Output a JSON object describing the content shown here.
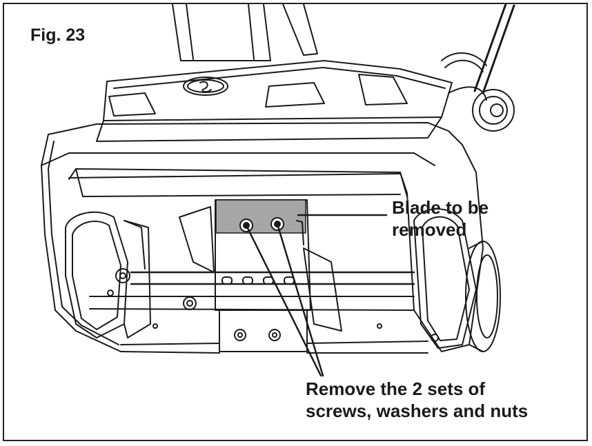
{
  "figure": {
    "title": "Fig. 23"
  },
  "callouts": {
    "blade": {
      "line1": "Blade to be",
      "line2": "removed"
    },
    "screws": {
      "line1": "Remove the 2 sets of",
      "line2": "screws, washers and nuts"
    }
  },
  "colors": {
    "blade_highlight": "#a6a6a6",
    "line_art": "#1a1a1a",
    "background": "#ffffff"
  },
  "icons": {
    "logo": "brand-logo-icon"
  }
}
